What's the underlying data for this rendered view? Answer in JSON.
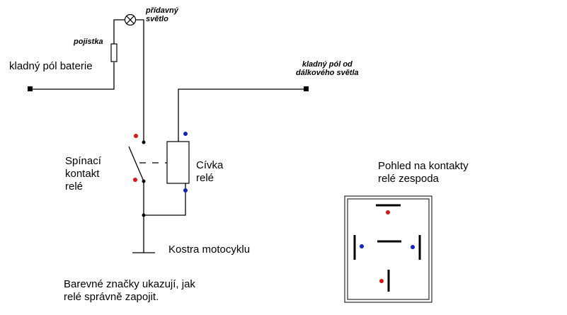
{
  "labels": {
    "battery_positive": "kladný pól baterie",
    "fuse": "pojistka",
    "extra_light": "přídavný\nsvětlo",
    "high_beam_positive": "kladný pól od\ndálkového světla",
    "switch_contact": "Spínací\nkontakt\nrelé",
    "coil": "Cívka\nrelé",
    "chassis_ground": "Kostra motocyklu",
    "bottom_view": "Pohled na kontakty\nrelé zespoda",
    "note": "Barevné značky ukazují, jak\nrelé správně zapojit."
  },
  "colors": {
    "wire": "#000000",
    "marker_red": "#dd1111",
    "marker_blue": "#1122cc",
    "background": "#ffffff"
  },
  "icons": {
    "lamp": "lamp-cross-circle",
    "fuse": "fuse-rectangle",
    "ground": "ground-symbol",
    "terminal": "square-terminal"
  }
}
